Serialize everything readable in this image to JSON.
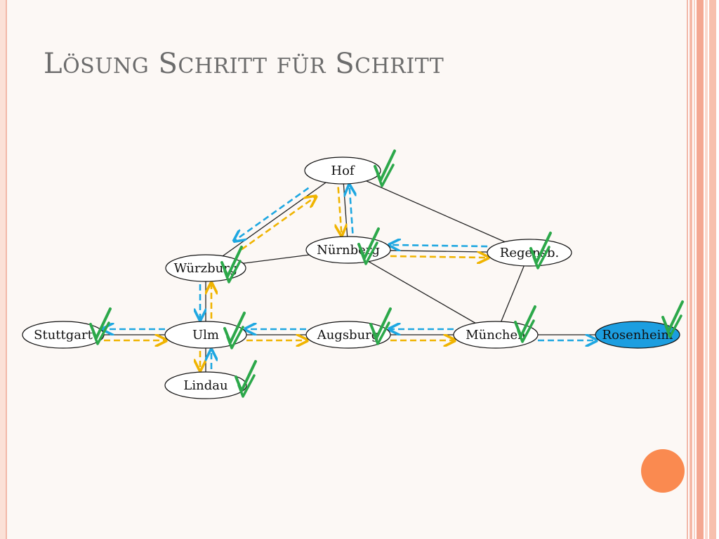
{
  "slide": {
    "title": "Lösung Schritt für Schritt"
  },
  "colors": {
    "frame": "#f2b8a8",
    "title": "#6c6c6c",
    "edge": "#222222",
    "forward_arrow": "#f0b400",
    "backward_arrow": "#1ea7e1",
    "check": "#2ca84a",
    "goal_fill": "#1c9ee0",
    "accent_dot": "#fa8a50"
  },
  "graph": {
    "nodes": [
      {
        "id": "hof",
        "label": "Hof"
      },
      {
        "id": "wuerzburg",
        "label": "Würzburg"
      },
      {
        "id": "nuernberg",
        "label": "Nürnberg"
      },
      {
        "id": "regensb",
        "label": "Regensb."
      },
      {
        "id": "stuttgart",
        "label": "Stuttgart"
      },
      {
        "id": "ulm",
        "label": "Ulm"
      },
      {
        "id": "augsburg",
        "label": "Augsburg"
      },
      {
        "id": "muenchen",
        "label": "München"
      },
      {
        "id": "rosenheim",
        "label": "Rosenheim",
        "highlight": true
      },
      {
        "id": "lindau",
        "label": "Lindau"
      }
    ],
    "edges": [
      [
        "hof",
        "wuerzburg"
      ],
      [
        "hof",
        "nuernberg"
      ],
      [
        "hof",
        "regensb"
      ],
      [
        "wuerzburg",
        "nuernberg"
      ],
      [
        "wuerzburg",
        "ulm"
      ],
      [
        "nuernberg",
        "regensb"
      ],
      [
        "nuernberg",
        "muenchen"
      ],
      [
        "regensb",
        "muenchen"
      ],
      [
        "stuttgart",
        "ulm"
      ],
      [
        "ulm",
        "augsburg"
      ],
      [
        "ulm",
        "lindau"
      ],
      [
        "augsburg",
        "muenchen"
      ],
      [
        "muenchen",
        "rosenheim"
      ]
    ],
    "visited_nodes": [
      "hof",
      "wuerzburg",
      "nuernberg",
      "regensb",
      "stuttgart",
      "ulm",
      "augsburg",
      "muenchen",
      "rosenheim",
      "lindau"
    ],
    "search_steps_forward": [
      [
        "stuttgart",
        "ulm"
      ],
      [
        "ulm",
        "wuerzburg"
      ],
      [
        "wuerzburg",
        "hof"
      ],
      [
        "hof",
        "nuernberg"
      ],
      [
        "nuernberg",
        "regensb"
      ],
      [
        "ulm",
        "augsburg"
      ],
      [
        "augsburg",
        "muenchen"
      ],
      [
        "ulm",
        "lindau"
      ]
    ],
    "search_steps_backward": [
      [
        "ulm",
        "stuttgart"
      ],
      [
        "wuerzburg",
        "ulm"
      ],
      [
        "hof",
        "wuerzburg"
      ],
      [
        "nuernberg",
        "hof"
      ],
      [
        "regensb",
        "nuernberg"
      ],
      [
        "muenchen",
        "augsburg"
      ],
      [
        "augsburg",
        "ulm"
      ],
      [
        "lindau",
        "ulm"
      ],
      [
        "muenchen",
        "rosenheim"
      ]
    ]
  }
}
